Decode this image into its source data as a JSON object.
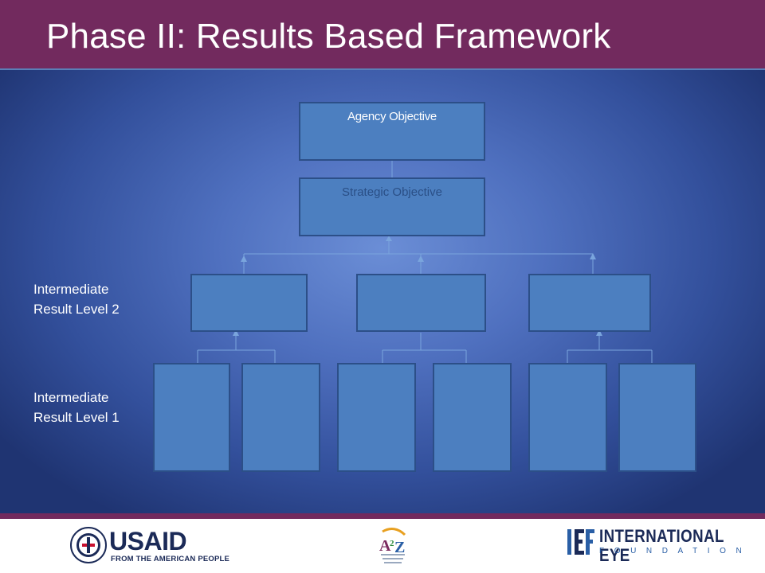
{
  "slide": {
    "title": "Phase II: Results Based Framework"
  },
  "diagram": {
    "agency_objective": "Agency Objective",
    "strategic_objective": "Strategic Objective",
    "ir_level_2_label": "Intermediate\nResult Level 2",
    "ir_level_1_label": "Intermediate\nResult Level 1",
    "ir_level_2_box_count": 3,
    "ir_level_1_box_count": 6
  },
  "footer": {
    "logos": [
      {
        "name": "usaid-logo",
        "word": "USAID",
        "tagline": "FROM THE AMERICAN PEOPLE"
      },
      {
        "name": "a2z-logo"
      },
      {
        "name": "ief-logo",
        "line1": "INTERNATIONAL EYE",
        "line2": "FOUNDATION"
      }
    ]
  },
  "colors": {
    "header": "#722a5e",
    "box_fill": "#4c7fc0",
    "box_border": "#2c4f88",
    "background_center": "#6b8ed6",
    "background_edge": "#1f3472",
    "logo_navy": "#1b2a57"
  }
}
